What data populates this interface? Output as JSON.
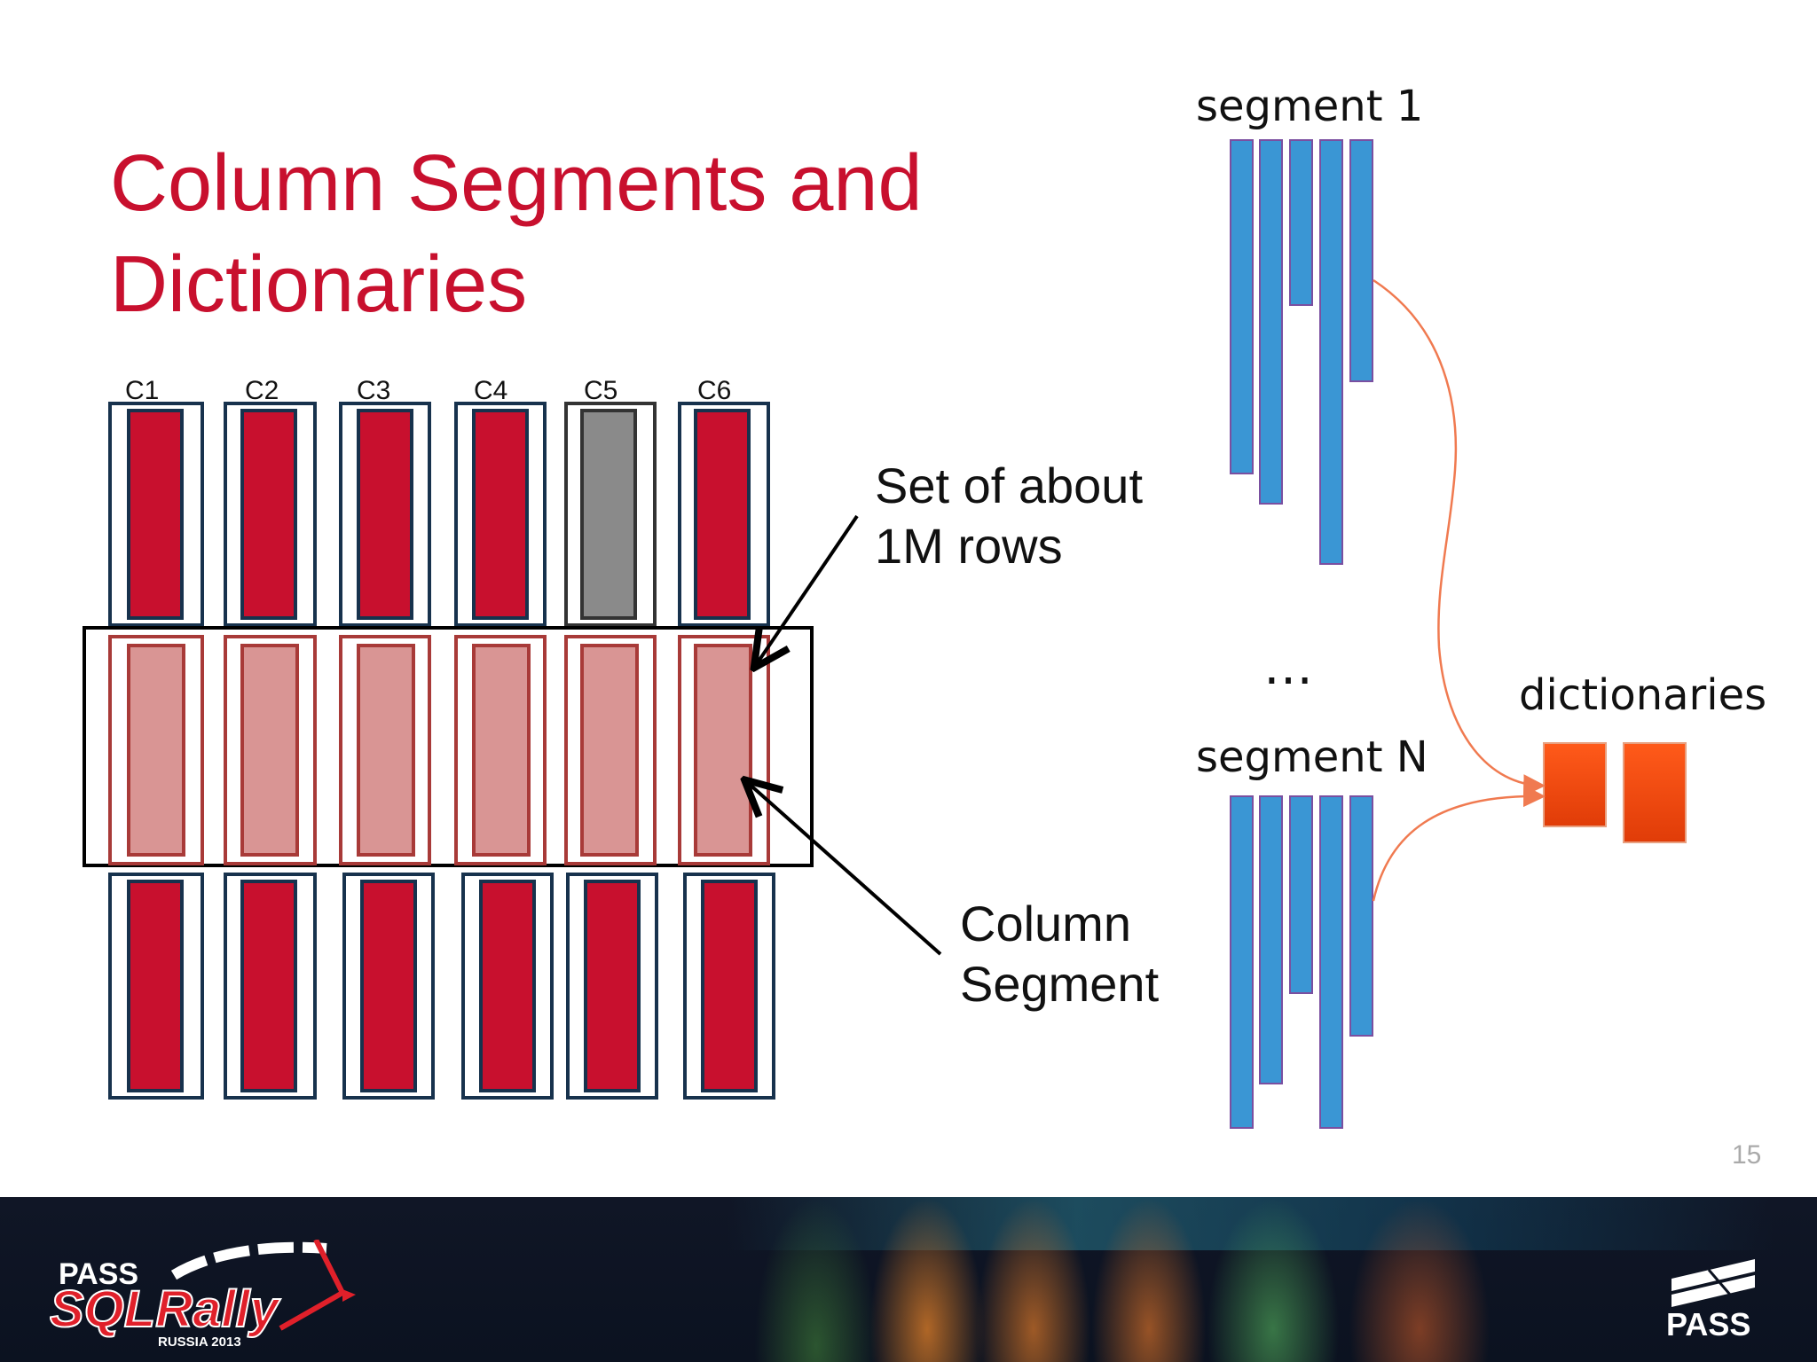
{
  "slide": {
    "title": "Column Segments and Dictionaries",
    "page_number": "15"
  },
  "columns": {
    "labels": [
      "C1",
      "C2",
      "C3",
      "C4",
      "C5",
      "C6"
    ]
  },
  "annotations": {
    "rowgroup_note": "Set of about 1M rows",
    "segment_note": "Column Segment"
  },
  "segments": {
    "first_label": "segment 1",
    "ellipsis": "…",
    "last_label": "segment N",
    "dictionaries_label": "dictionaries"
  },
  "footer": {
    "event_pass": "PASS",
    "event_name": "SQLRally",
    "event_sub": "RUSSIA 2013",
    "org_logo": "PASS"
  },
  "colors": {
    "title_red": "#c8102e",
    "column_red": "#c8102e",
    "column_gray": "#8a8a8a",
    "segment_pink": "#d99594",
    "segment_blue": "#3a96d4",
    "dictionary_orange": "#f04a10",
    "arrow_orange": "#f07a50"
  }
}
